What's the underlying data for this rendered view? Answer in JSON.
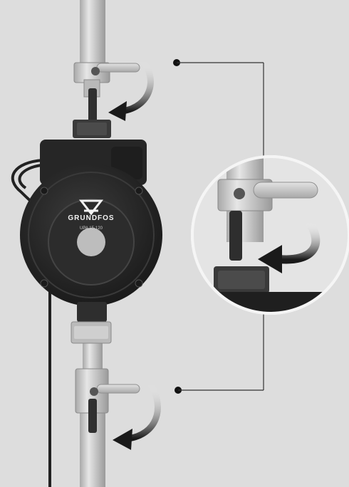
{
  "pump": {
    "brand": "GRUNDFOS",
    "model": "UPA 15-120",
    "logo_icon": "grundfos-logo-icon"
  },
  "callouts": [
    {
      "target": "upper-valve",
      "icon": "leader-line-icon"
    },
    {
      "target": "lower-valve",
      "icon": "leader-line-icon"
    }
  ],
  "arrows": [
    {
      "meaning": "close-valve-direction",
      "icon": "curved-arrow-icon"
    }
  ],
  "colors": {
    "background": "#dddddd",
    "pump_body": "#2a2a2a",
    "pipe": "#c8c8c8",
    "arrow": "#1a1a1a"
  }
}
